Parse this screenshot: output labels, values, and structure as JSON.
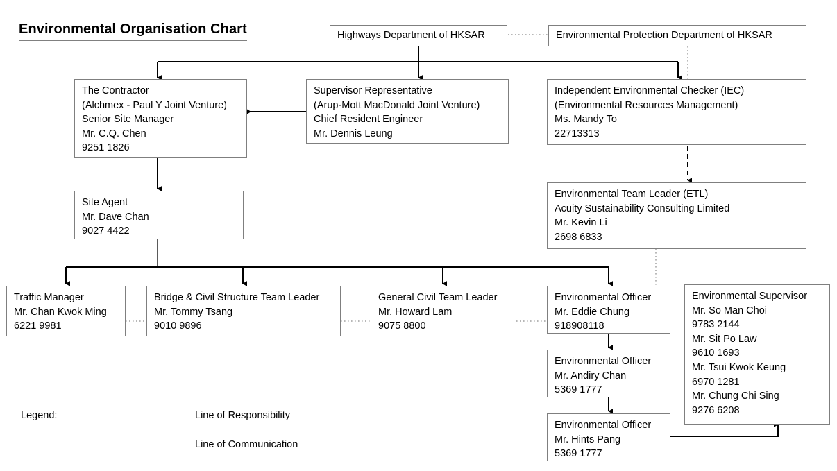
{
  "title": "Environmental Organisation Chart",
  "nodes": {
    "highways_department": {
      "lines": [
        "Highways Department of HKSAR"
      ]
    },
    "epd": {
      "lines": [
        "Environmental Protection Department of HKSAR"
      ]
    },
    "contractor": {
      "lines": [
        "The Contractor",
        "(Alchmex - Paul Y Joint Venture)",
        "Senior Site Manager",
        "Mr. C.Q. Chen",
        "9251 1826"
      ]
    },
    "supervisor_representative": {
      "lines": [
        "Supervisor Representative",
        "(Arup-Mott MacDonald Joint Venture)",
        "Chief Resident Engineer",
        "Mr. Dennis Leung"
      ]
    },
    "iec": {
      "lines": [
        "Independent Environmental Checker (IEC)",
        "(Environmental Resources Management)",
        "Ms. Mandy To",
        "22713313"
      ]
    },
    "site_agent": {
      "lines": [
        "Site Agent",
        "Mr. Dave Chan",
        "9027 4422"
      ]
    },
    "etl": {
      "lines": [
        "Environmental Team Leader (ETL)",
        "Acuity Sustainability Consulting Limited",
        "Mr. Kevin Li",
        "2698 6833"
      ]
    },
    "traffic_manager": {
      "lines": [
        "Traffic Manager",
        "Mr. Chan Kwok Ming",
        "6221 9981"
      ]
    },
    "bridge_civil_team_leader": {
      "lines": [
        "Bridge & Civil Structure Team Leader",
        "Mr. Tommy Tsang",
        "9010 9896"
      ]
    },
    "general_civil_team_leader": {
      "lines": [
        "General Civil Team Leader",
        "Mr. Howard Lam",
        "9075 8800"
      ]
    },
    "environmental_officer_1": {
      "lines": [
        "Environmental Officer",
        "Mr. Eddie Chung",
        "918908118"
      ]
    },
    "environmental_officer_2": {
      "lines": [
        "Environmental Officer",
        "Mr. Andiry Chan",
        "5369 1777"
      ]
    },
    "environmental_officer_3": {
      "lines": [
        "Environmental Officer",
        "Mr. Hints Pang",
        "5369 1777"
      ]
    },
    "environmental_supervisor": {
      "lines": [
        "Environmental Supervisor",
        "Mr. So Man Choi",
        "9783 2144",
        "Mr. Sit Po Law",
        "9610 1693",
        "Mr. Tsui Kwok Keung",
        "6970 1281",
        "Mr. Chung Chi Sing",
        "9276 6208"
      ]
    }
  },
  "legend": {
    "label": "Legend:",
    "responsibility": "Line of Responsibility",
    "communication": "Line of Communication"
  },
  "colors": {
    "box_border": "#7f7f7f",
    "connector_solid": "#000000",
    "connector_dotted": "#8c8c8c",
    "text": "#000000",
    "title_rule": "#808080",
    "background": "#ffffff"
  }
}
